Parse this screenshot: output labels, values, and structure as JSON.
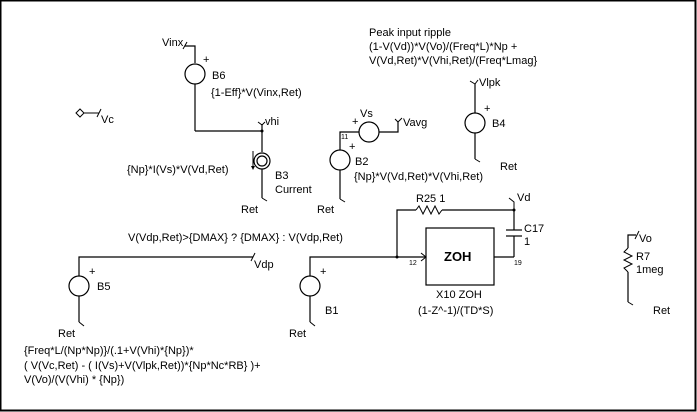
{
  "schematic": {
    "nodes": {
      "vinx": "Vinx",
      "vc": "Vc",
      "vhi": "vhi",
      "vs": "Vs",
      "vavg": "Vavg",
      "vlpk": "Vlpk",
      "vd": "Vd",
      "vdp": "Vdp",
      "vo": "Vo",
      "n11": "11",
      "n12": "12",
      "n19": "19"
    },
    "ret_label": "Ret",
    "plus": "+",
    "components": {
      "b6": {
        "name": "B6",
        "expr": "{1-Eff}*V(Vinx,Ret)"
      },
      "b3": {
        "name": "B3",
        "type": "Current",
        "expr": "{Np}*I(Vs)*V(Vd,Ret)"
      },
      "b2": {
        "name": "B2",
        "expr": "{Np}*V(Vd,Ret)*V(Vhi,Ret)"
      },
      "b4": {
        "name": "B4"
      },
      "b5": {
        "name": "B5",
        "expr_lines": [
          "{Freq*L/(Np*Np)}/(.1+V(Vhi)*{Np})*",
          "( V(Vc,Ret)  - ( I(Vs)+V(Vlpk,Ret))*{Np*Nc*RB} )+",
          "V(Vo)/(V(Vhi) * {Np})"
        ]
      },
      "b1": {
        "name": "B1",
        "expr": "V(Vdp,Ret)>{DMAX} ? {DMAX} : V(Vdp,Ret)"
      },
      "r25": {
        "label": "R25 1"
      },
      "c17": {
        "name": "C17",
        "value": "1"
      },
      "r7": {
        "name": "R7",
        "value": "1meg"
      },
      "x10": {
        "block": "ZOH",
        "label": "X10 ZOH",
        "transfer": "(1-Z^-1)/(TD*S)"
      }
    },
    "annotation": {
      "title": "Peak input ripple",
      "lines": [
        "(1-V(Vd))*V(Vo)/(Freq*L)*Np +",
        "V(Vd,Ret)*V(Vhi,Ret)/(Freq*Lmag}"
      ]
    }
  }
}
